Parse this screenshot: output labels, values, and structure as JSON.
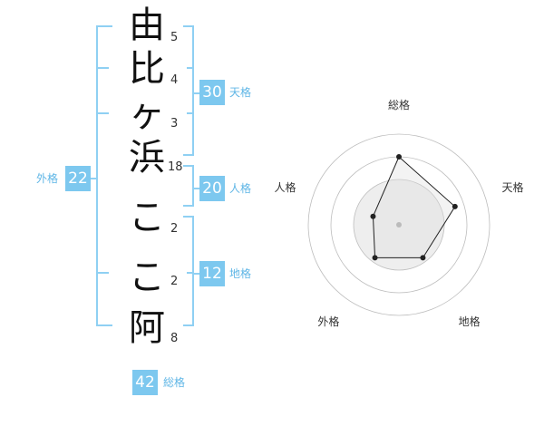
{
  "name": {
    "characters": [
      {
        "char": "由",
        "strokes": "5"
      },
      {
        "char": "比",
        "strokes": "4"
      },
      {
        "char": "ヶ",
        "strokes": "3"
      },
      {
        "char": "浜",
        "strokes": "18"
      },
      {
        "char": "こ",
        "strokes": "2"
      },
      {
        "char": "こ",
        "strokes": "2"
      },
      {
        "char": "阿",
        "strokes": "8"
      }
    ]
  },
  "fortune": {
    "tenkaku": {
      "value": "30",
      "label": "天格"
    },
    "jinkaku": {
      "value": "20",
      "label": "人格"
    },
    "chikaku": {
      "value": "12",
      "label": "地格"
    },
    "gaikaku": {
      "value": "22",
      "label": "外格"
    },
    "soukaku": {
      "value": "42",
      "label": "総格"
    }
  },
  "chart_data": {
    "type": "radar",
    "axes": [
      "総格",
      "天格",
      "地格",
      "外格",
      "人格"
    ],
    "values": [
      0.75,
      0.65,
      0.45,
      0.45,
      0.3
    ],
    "rings": 4,
    "colors": {
      "ring": "#bdbdbd",
      "fill": "#eeeeee",
      "line": "#222222",
      "point": "#222222",
      "center": "#bbbbbb"
    }
  }
}
